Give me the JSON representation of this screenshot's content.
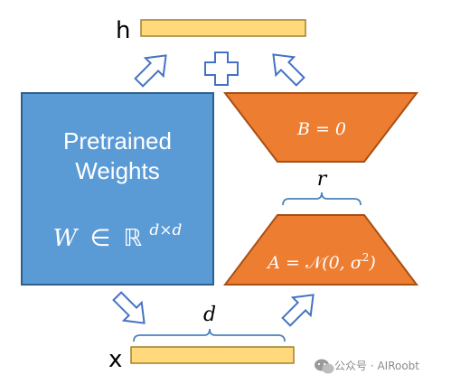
{
  "output_label": "h",
  "input_label": "x",
  "pretrained": {
    "line1": "Pretrained",
    "line2": "Weights",
    "formula_var": "W",
    "formula_in": "∈",
    "formula_set": "ℝ",
    "formula_exp": "d×d"
  },
  "matrix_b": {
    "label": "B = 0"
  },
  "matrix_a": {
    "label_prefix": "A = ",
    "label_dist": "𝒩",
    "label_args": "(0, σ",
    "label_sup": "2",
    "label_close": ")"
  },
  "rank_label": "r",
  "dim_label": "d",
  "watermark": "公众号 · AIRoobt",
  "colors": {
    "pretrained_fill": "#5b9bd5",
    "pretrained_stroke": "#2e5f8f",
    "lora_fill": "#ed7d31",
    "lora_stroke": "#a84f14",
    "vector_fill": "#ffd97a",
    "vector_stroke": "#a08030",
    "brace": "#4a82bf"
  }
}
